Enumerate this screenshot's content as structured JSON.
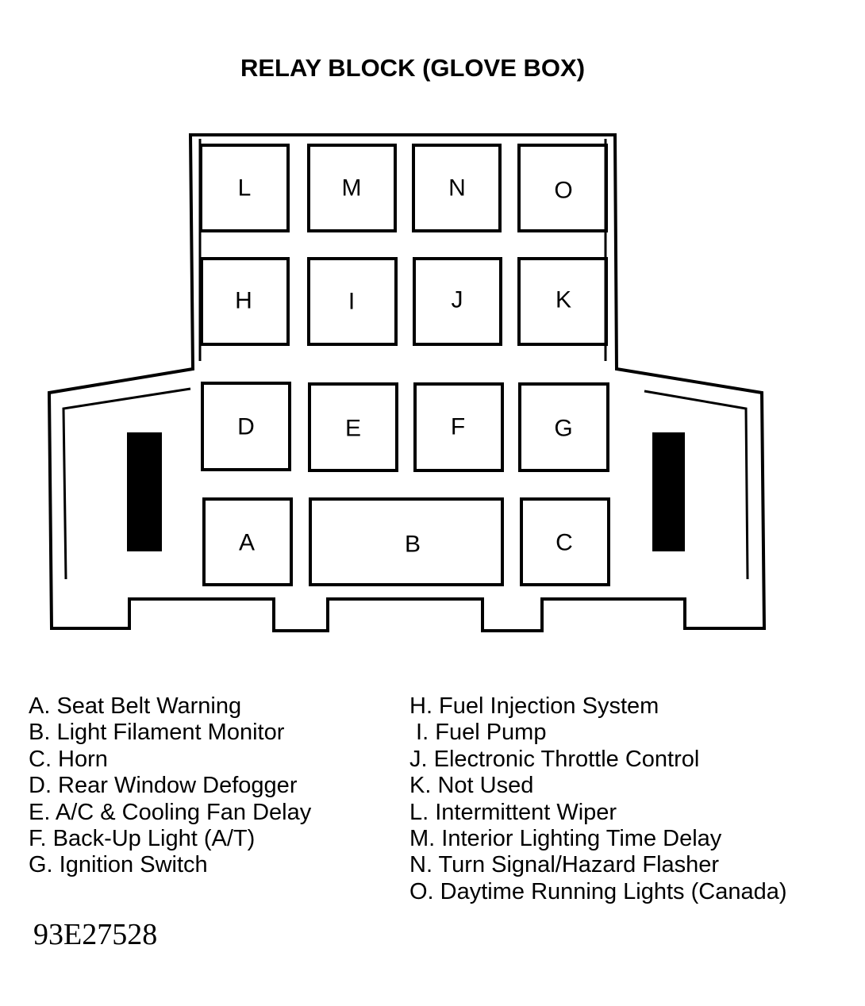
{
  "title": "RELAY BLOCK (GLOVE BOX)",
  "slots": {
    "A": "A",
    "B": "B",
    "C": "C",
    "D": "D",
    "E": "E",
    "F": "F",
    "G": "G",
    "H": "H",
    "I": "I",
    "J": "J",
    "K": "K",
    "L": "L",
    "M": "M",
    "N": "N",
    "O": "O"
  },
  "legend_left": [
    "A. Seat Belt Warning",
    "B. Light Filament Monitor",
    "C. Horn",
    "D. Rear Window Defogger",
    "E. A/C & Cooling Fan Delay",
    "F. Back-Up Light (A/T)",
    "G. Ignition Switch"
  ],
  "legend_right": [
    "H. Fuel Injection System",
    " I. Fuel Pump",
    "J. Electronic Throttle Control",
    "K. Not Used",
    "L. Intermittent Wiper",
    "M. Interior Lighting Time Delay",
    "N. Turn Signal/Hazard Flasher",
    "O. Daytime Running Lights (Canada)"
  ],
  "figure_id": "93E27528"
}
